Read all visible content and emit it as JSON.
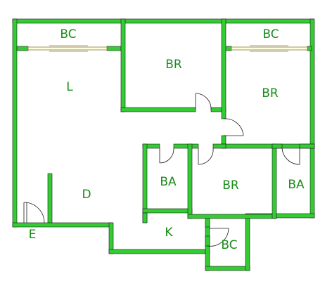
{
  "rooms": {
    "bc_top_left": "BC",
    "bc_top_right": "BC",
    "living": "L",
    "br_top_middle": "BR",
    "br_right": "BR",
    "br_center": "BR",
    "ba_left": "BA",
    "ba_right": "BA",
    "dining": "D",
    "kitchen": "K",
    "bc_bottom": "BC",
    "entrance": "E"
  },
  "colors": {
    "wall": "#33cc33",
    "label": "#1a8c1a",
    "door": "#1a1a1a",
    "window": "#ffffdd"
  }
}
